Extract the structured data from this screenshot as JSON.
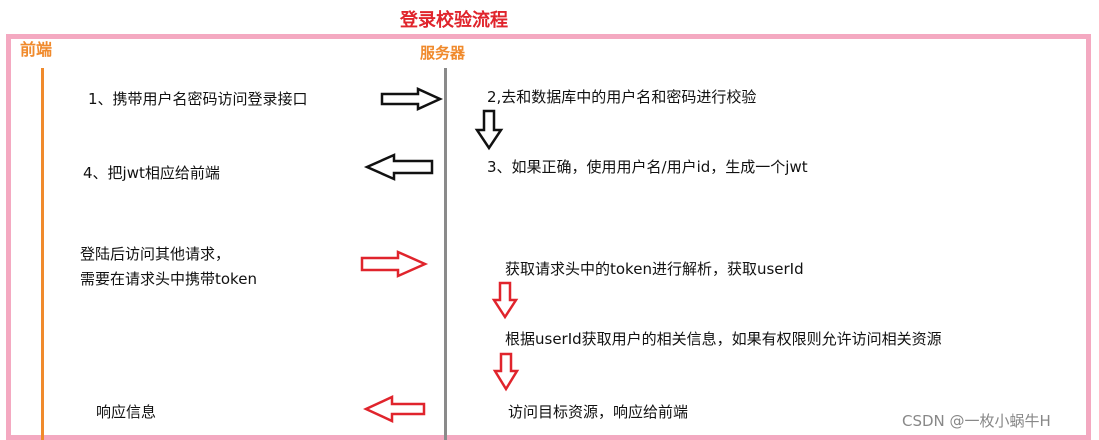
{
  "diagram": {
    "title": "登录校验流程",
    "frontend_label": "前端",
    "server_label": "服务器",
    "steps": {
      "s1": "1、携带用户名密码访问登录接口",
      "s2": "2,去和数据库中的用户名和密码进行校验",
      "s3": "3、如果正确，使用用户名/用户id，生成一个jwt",
      "s4": "4、把jwt相应给前端",
      "req_line1": "登陆后访问其他请求，",
      "req_line2": "需要在请求头中携带token",
      "parse": "获取请求头中的token进行解析，获取userId",
      "auth": "根据userId获取用户的相关信息，如果有权限则允许访问相关资源",
      "access": "访问目标资源，响应给前端",
      "respond": "响应信息"
    },
    "watermark": "CSDN @一枚小蜗牛H",
    "colors": {
      "title": "#e0242c",
      "labels": "#f08a2c",
      "frame": "#f4a9c1",
      "black_arrow": "#111111",
      "red_arrow": "#e0242c"
    }
  }
}
